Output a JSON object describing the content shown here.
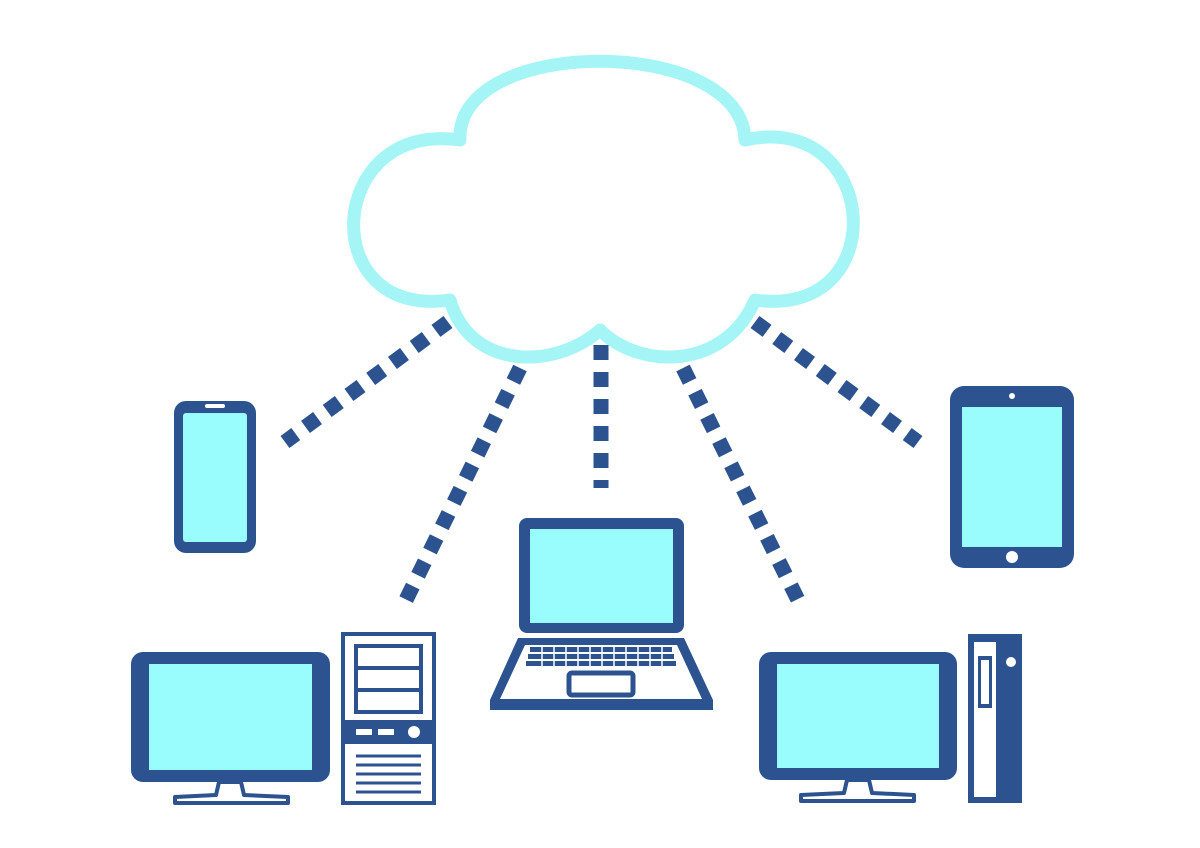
{
  "diagram": {
    "nodes": [
      {
        "id": "cloud",
        "icon": "cloud-icon"
      },
      {
        "id": "smartphone",
        "icon": "smartphone-icon"
      },
      {
        "id": "tablet",
        "icon": "tablet-icon"
      },
      {
        "id": "laptop",
        "icon": "laptop-icon"
      },
      {
        "id": "desktop-left",
        "icon": "desktop-computer-icon"
      },
      {
        "id": "desktop-right",
        "icon": "desktop-computer-icon"
      }
    ],
    "edges": [
      {
        "from": "cloud",
        "to": "smartphone",
        "style": "dashed"
      },
      {
        "from": "cloud",
        "to": "desktop-left",
        "style": "dashed"
      },
      {
        "from": "cloud",
        "to": "laptop",
        "style": "dashed"
      },
      {
        "from": "cloud",
        "to": "desktop-right",
        "style": "dashed"
      },
      {
        "from": "cloud",
        "to": "tablet",
        "style": "dashed"
      }
    ]
  },
  "colors": {
    "background": "#ffffff",
    "cloud_outline": "#a6f5f6",
    "device_frame": "#2c5390",
    "screen": "#98fdfc",
    "link": "#2c5390"
  }
}
